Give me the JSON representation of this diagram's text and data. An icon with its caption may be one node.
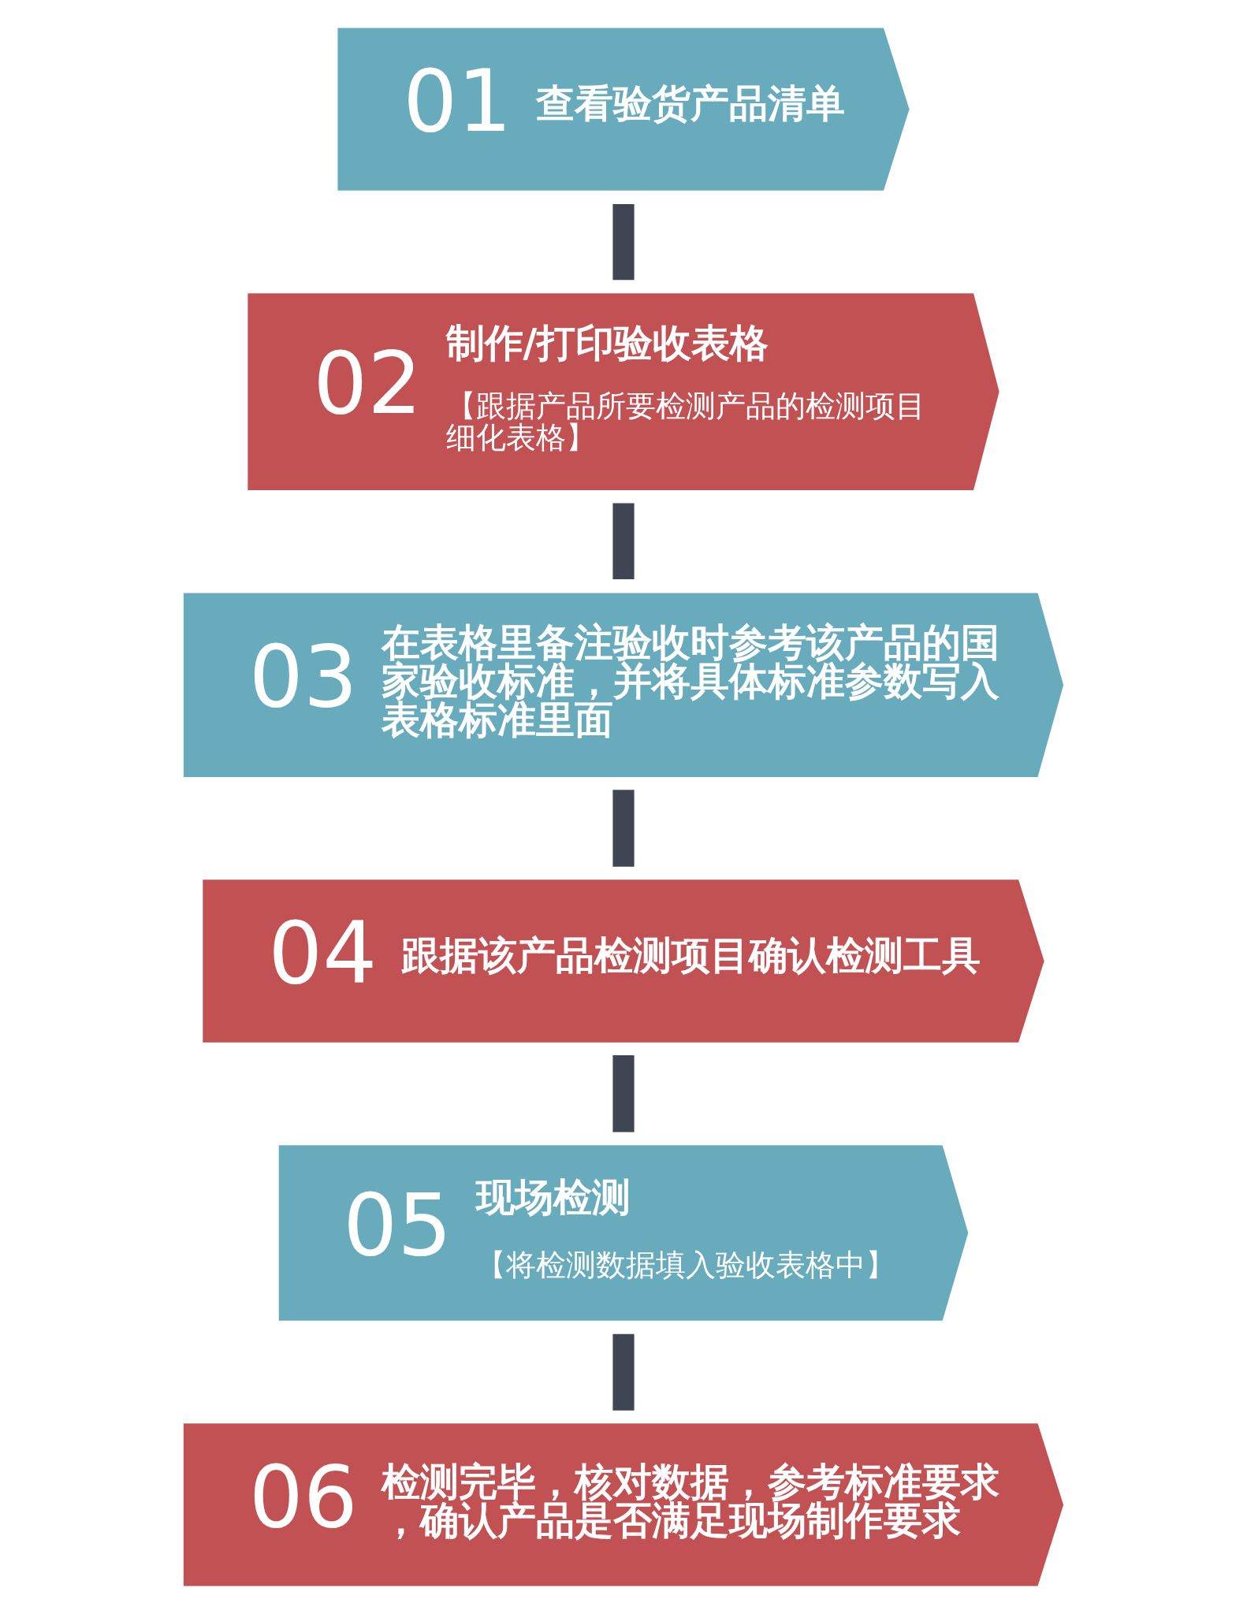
{
  "diagram": {
    "nodes": [
      {
        "text": [
          "01",
          "查看验货产品清单"
        ]
      },
      {
        "text": [
          "02",
          "制作/打印验收表格",
          "【跟据产品所要检测产品的检测项目细化表格】"
        ]
      },
      {
        "text": [
          "03",
          "在表格里备注验收时参考该产品的国家验收标准，并将具体标准参数写入表格标准里面"
        ]
      },
      {
        "text": [
          "04",
          "跟据该产品检测项目确认检测工具"
        ]
      },
      {
        "text": [
          "05",
          "现场检测",
          "【将检测数据填入验收表格中】"
        ]
      },
      {
        "text": [
          "06",
          "检测完毕，核对数据，参考标准要求，确认产品是否满足现场制作要求"
        ]
      }
    ],
    "edges": [
      {
        "from": 0,
        "to": 1,
        "arrow": "none"
      },
      {
        "from": 1,
        "to": 2,
        "arrow": "none"
      },
      {
        "from": 2,
        "to": 3,
        "arrow": "none"
      },
      {
        "from": 3,
        "to": 4,
        "arrow": "none"
      },
      {
        "from": 4,
        "to": 5,
        "arrow": "none"
      }
    ]
  }
}
